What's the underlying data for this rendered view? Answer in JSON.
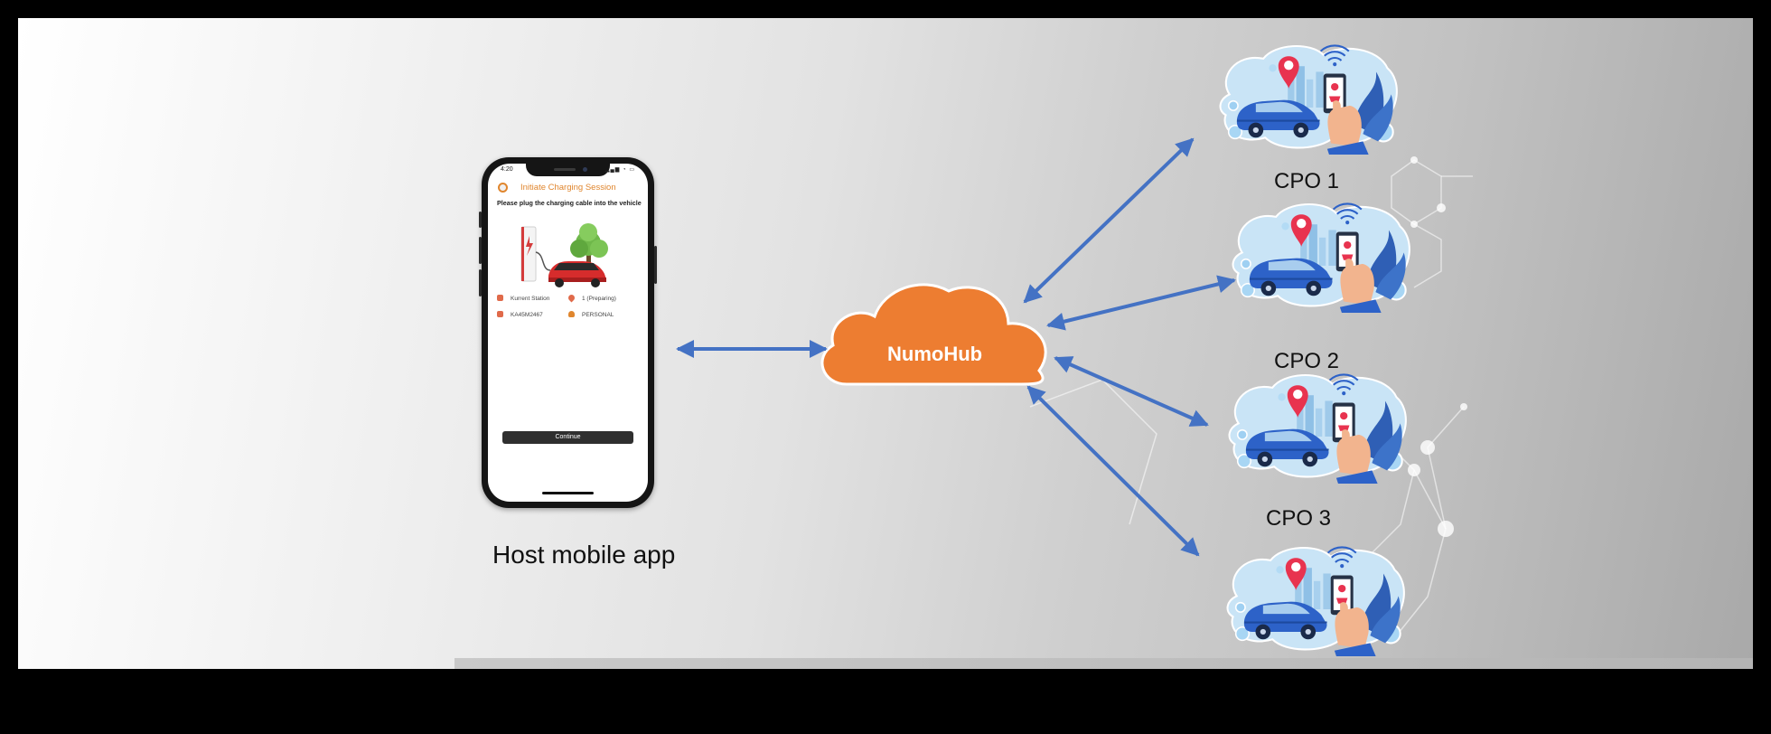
{
  "hub": {
    "label": "NumoHub"
  },
  "host": {
    "caption": "Host mobile app",
    "screen": {
      "status_time": "4:20",
      "title": "Initiate Charging Session",
      "instruction": "Please plug the charging cable into the vehicle",
      "info": {
        "station": "Kurrent Station",
        "connector": "1 (Preparing)",
        "vehicle": "KA45M2467",
        "account": "PERSONAL"
      },
      "continue_label": "Continue"
    }
  },
  "cpos": [
    {
      "label": "CPO 1"
    },
    {
      "label": "CPO 2"
    },
    {
      "label": "CPO 3"
    },
    {
      "label": ""
    }
  ],
  "colors": {
    "arrow": "#4472c4",
    "cloud": "#ed7d31",
    "app_accent": "#e0862e",
    "pin": "#e8334f",
    "car": "#2d62c8"
  }
}
